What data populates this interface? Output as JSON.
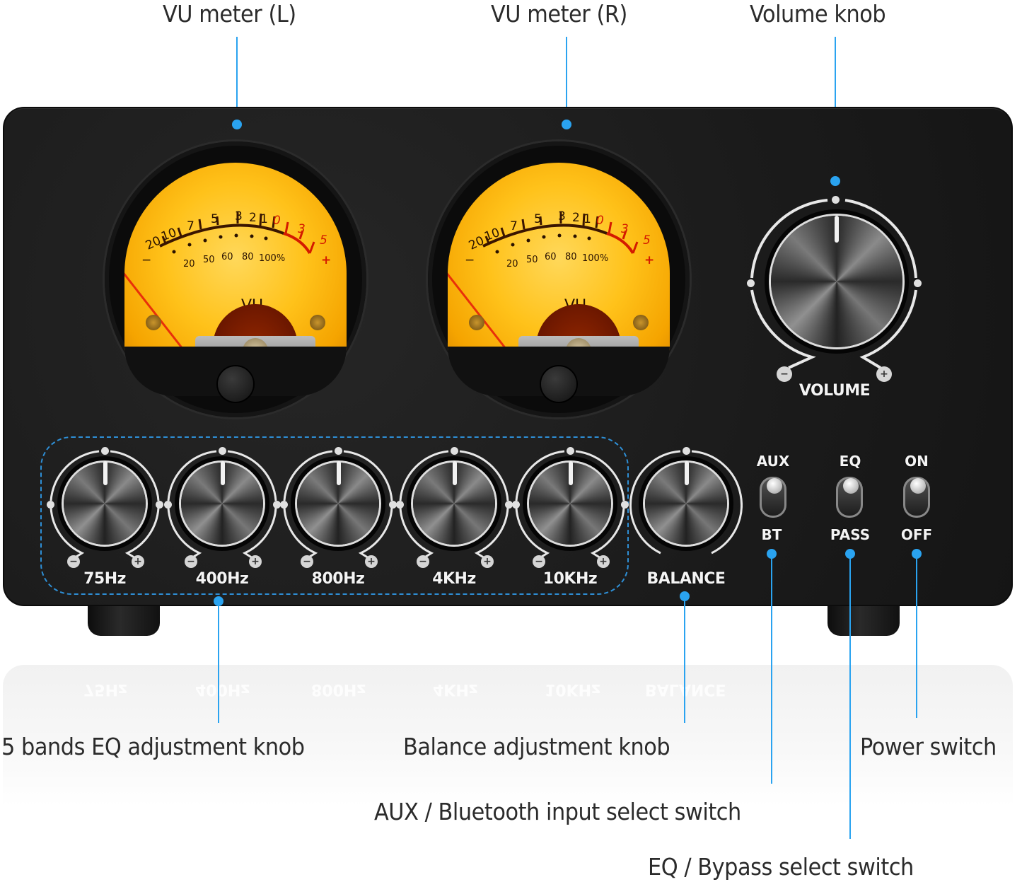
{
  "callouts": {
    "vu_left": "VU meter (L)",
    "vu_right": "VU meter (R)",
    "volume_knob": "Volume knob",
    "eq_knobs": "5 bands EQ adjustment knob",
    "balance_knob": "Balance adjustment knob",
    "aux_bt_switch": "AUX / Bluetooth input select switch",
    "eq_bypass_switch": "EQ / Bypass select switch",
    "power_switch": "Power switch"
  },
  "vu_meter": {
    "title": "VU",
    "db_scale": [
      "20",
      "10",
      "7",
      "5",
      "3",
      "2",
      "1",
      "0",
      "3",
      "5"
    ],
    "percent_scale": [
      "20",
      "50",
      "60",
      "80",
      "100%"
    ],
    "minus": "−",
    "plus": "+"
  },
  "volume": {
    "label": "VOLUME",
    "minus": "−",
    "plus": "+"
  },
  "eq": {
    "bands": [
      {
        "label": "75Hz"
      },
      {
        "label": "400Hz"
      },
      {
        "label": "800Hz"
      },
      {
        "label": "4KHz"
      },
      {
        "label": "10KHz"
      }
    ],
    "minus": "−",
    "plus": "+"
  },
  "balance": {
    "label": "BALANCE"
  },
  "switches": [
    {
      "top": "AUX",
      "bottom": "BT"
    },
    {
      "top": "EQ",
      "bottom": "PASS"
    },
    {
      "top": "ON",
      "bottom": "OFF"
    }
  ],
  "colors": {
    "callout_line": "#2aa3f0",
    "device_body": "#1d1d1d",
    "vu_face": "#ffc21a",
    "vu_red": "#d41a00"
  }
}
